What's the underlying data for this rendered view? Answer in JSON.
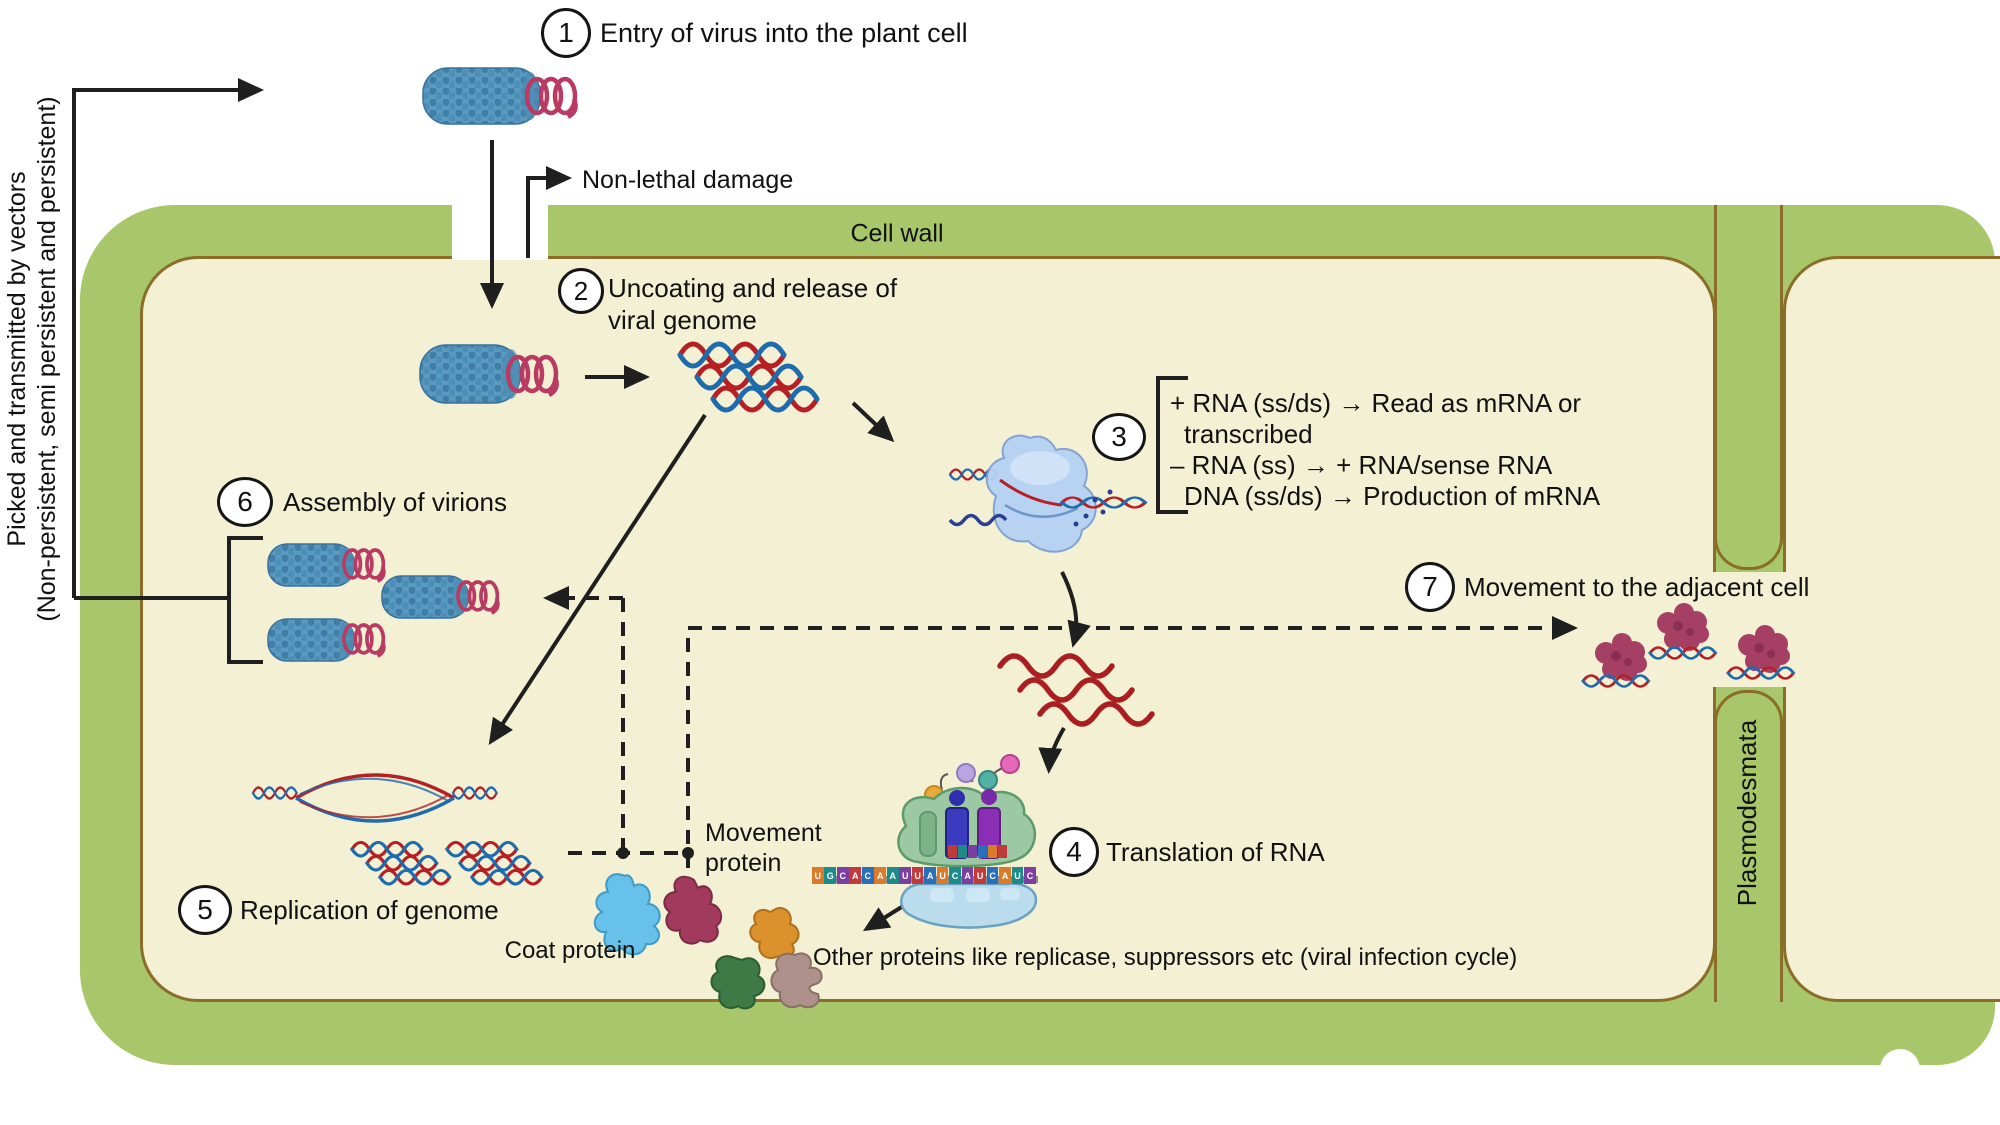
{
  "side_note": {
    "line1": "Picked and transmitted by vectors",
    "line2": "(Non-persistent, semi persistent and persistent)"
  },
  "cell": {
    "wall_label": "Cell wall",
    "plasmodesmata_label": "Plasmodesmata"
  },
  "steps": [
    {
      "num": "1",
      "label": "Entry of virus into the plant cell"
    },
    {
      "num": "2",
      "line1": "Uncoating and release of",
      "line2": "viral genome"
    },
    {
      "num": "3"
    },
    {
      "num": "4",
      "label": "Translation of RNA"
    },
    {
      "num": "5",
      "label": "Replication of genome"
    },
    {
      "num": "6",
      "label": "Assembly of virions"
    },
    {
      "num": "7",
      "label": "Movement to the adjacent cell"
    }
  ],
  "step3": {
    "lines": [
      "+ RNA (ss/ds) → Read as mRNA or",
      "transcribed",
      "– RNA (ss) → + RNA/sense RNA",
      "DNA (ss/ds) →  Production of mRNA"
    ]
  },
  "annotations": {
    "non_lethal": "Non-lethal damage",
    "movement_protein_line1": "Movement",
    "movement_protein_line2": "protein",
    "coat_protein": "Coat protein",
    "other_proteins": "Other proteins like replicase, suppressors etc (viral infection cycle)"
  },
  "illustration": {
    "mrna_sequence": "UGCACAAUUAUCAUCAUC",
    "mrna_colors": [
      "#d97b2a",
      "#1f8a8a",
      "#7b3fa0",
      "#c03b3b",
      "#2a6fba"
    ],
    "colors": {
      "cell_wall_green": "#a7c76a",
      "wall_border_olive": "#8a6d28",
      "cytoplasm_cream": "#f3f0d3",
      "virus_capsid_blue": "#5b99c0",
      "genome_spiral_pink": "#b93a62",
      "helix_red": "#b62025",
      "helix_blue": "#1f6cad",
      "mrna_red": "#aa1e22",
      "movement_protein_maroon": "#a23a5e",
      "coat_protein_blue": "#67c1e8"
    }
  }
}
